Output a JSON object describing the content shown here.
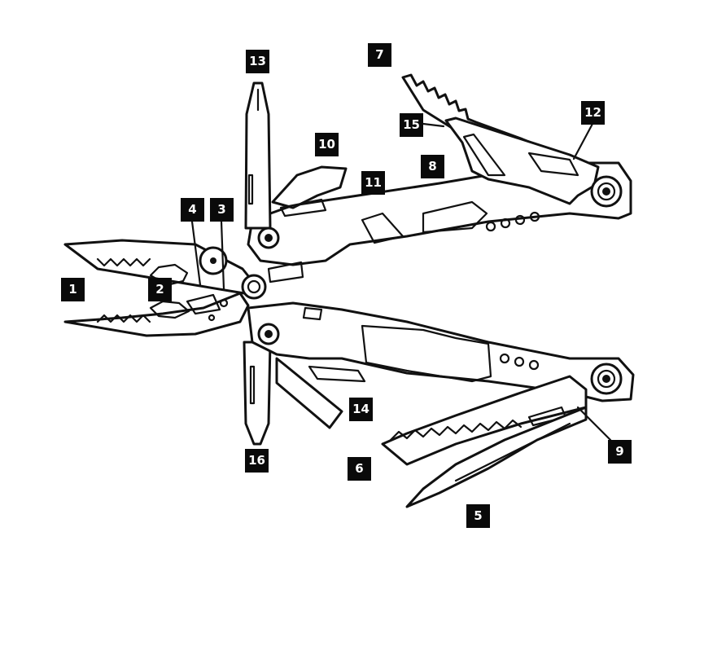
{
  "diagram": {
    "subject": "multi-tool exploded illustration with numbered callouts",
    "callouts": [
      {
        "id": "c1",
        "label": "1"
      },
      {
        "id": "c2",
        "label": "2"
      },
      {
        "id": "c3",
        "label": "3"
      },
      {
        "id": "c4",
        "label": "4"
      },
      {
        "id": "c5",
        "label": "5"
      },
      {
        "id": "c6",
        "label": "6"
      },
      {
        "id": "c7",
        "label": "7"
      },
      {
        "id": "c8",
        "label": "8"
      },
      {
        "id": "c9",
        "label": "9"
      },
      {
        "id": "c10",
        "label": "10"
      },
      {
        "id": "c11",
        "label": "11"
      },
      {
        "id": "c12",
        "label": "12"
      },
      {
        "id": "c13",
        "label": "13"
      },
      {
        "id": "c14",
        "label": "14"
      },
      {
        "id": "c15",
        "label": "15"
      },
      {
        "id": "c16",
        "label": "16"
      }
    ],
    "colors": {
      "line": "#111111",
      "callout_bg": "#0a0a0a",
      "callout_text": "#ffffff",
      "background": "#ffffff"
    }
  }
}
